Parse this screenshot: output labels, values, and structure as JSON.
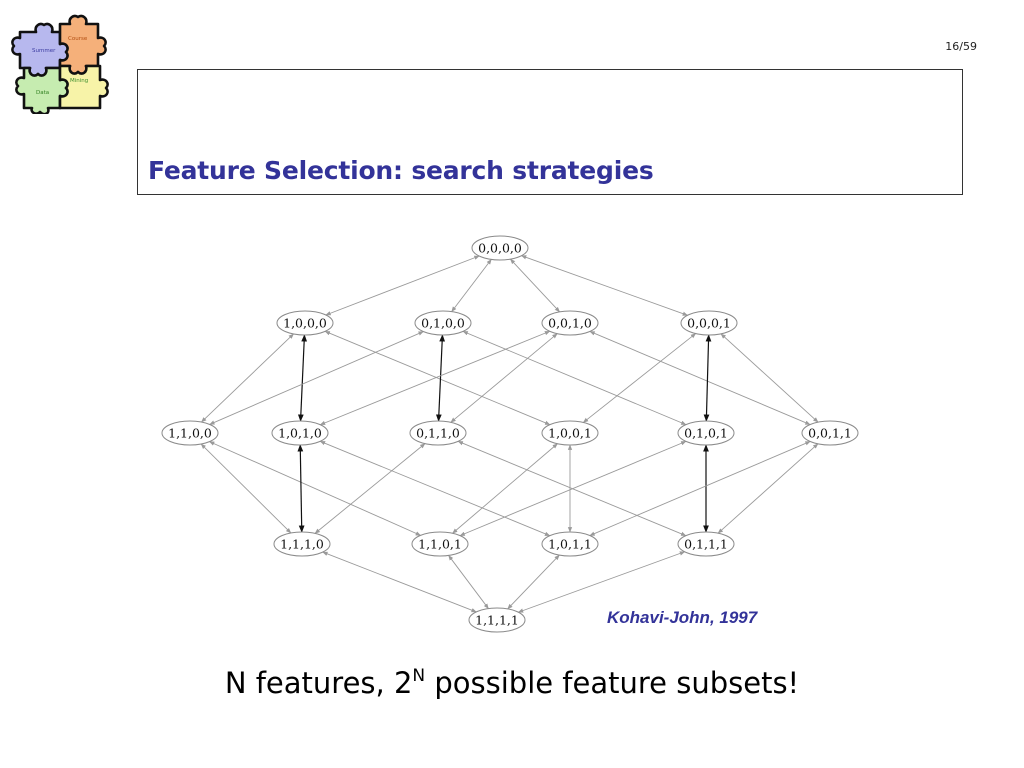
{
  "page_number": "16/59",
  "logo": {
    "pieces": [
      {
        "label": "Summer",
        "color": "#b7b8ee"
      },
      {
        "label": "Course",
        "color": "#f5b07a"
      },
      {
        "label": "Data",
        "color": "#c6ecb0"
      },
      {
        "label": "Mining",
        "color": "#f7f3a8"
      }
    ]
  },
  "title": "Feature Selection: search strategies",
  "lattice": {
    "levels": [
      [
        "0,0,0,0"
      ],
      [
        "1,0,0,0",
        "0,1,0,0",
        "0,0,1,0",
        "0,0,0,1"
      ],
      [
        "1,1,0,0",
        "1,0,1,0",
        "0,1,1,0",
        "1,0,0,1",
        "0,1,0,1",
        "0,0,1,1"
      ],
      [
        "1,1,1,0",
        "1,1,0,1",
        "1,0,1,1",
        "0,1,1,1"
      ],
      [
        "1,1,1,1"
      ]
    ],
    "highlighted_edges": [
      [
        "1,0,0,0",
        "1,0,1,0"
      ],
      [
        "0,1,0,0",
        "0,1,1,0"
      ],
      [
        "0,0,0,1",
        "0,1,0,1"
      ],
      [
        "1,0,1,0",
        "1,1,1,0"
      ],
      [
        "0,1,0,1",
        "0,1,1,1"
      ]
    ],
    "colors": {
      "edge": "#9a9a9a",
      "highlight": "#111111",
      "node_stroke": "#8a8a8a"
    }
  },
  "citation": "Kohavi-John, 1997",
  "caption": {
    "before": "N features, 2",
    "superscript": "N",
    "after": " possible feature subsets!"
  }
}
